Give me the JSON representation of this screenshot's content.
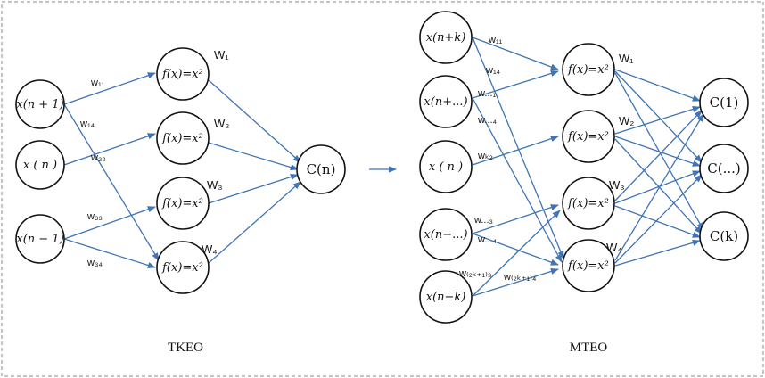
{
  "tkeo": {
    "caption": "TKEO",
    "inputs": [
      "x(n + 1)",
      "x ( n )",
      "x(n − 1)"
    ],
    "hidden": [
      "f(x)=x²",
      "f(x)=x²",
      "f(x)=x²",
      "f(x)=x²"
    ],
    "hidden_weights": [
      "W₁",
      "W₂",
      "W₃",
      "W₄"
    ],
    "output": "C(n)",
    "edge_labels": [
      "w₁₁",
      "w₁₄",
      "w₂₂",
      "w₃₃",
      "w₃₄"
    ]
  },
  "mteo": {
    "caption": "MTEO",
    "inputs": [
      "x(n+k)",
      "x(n+...)",
      "x ( n )",
      "x(n−...)",
      "x(n−k)"
    ],
    "hidden": [
      "f(x)=x²",
      "f(x)=x²",
      "f(x)=x²",
      "f(x)=x²"
    ],
    "hidden_weights": [
      "W₁",
      "W₂",
      "W₃",
      "W₄"
    ],
    "outputs": [
      "C(1)",
      "C(...)",
      "C(k)"
    ],
    "edge_labels": [
      "w₁₁",
      "w₁₄",
      "w...₁",
      "w...₄",
      "wₖ₂",
      "w...₃",
      "w...₄",
      "w₍₂ₖ₊₁₎₃",
      "w₍₂ₖ₊₁₎₄"
    ]
  },
  "colors": {
    "edge": "#3f74b5",
    "node_stroke": "#111111",
    "frame": "#8a8a8a"
  }
}
